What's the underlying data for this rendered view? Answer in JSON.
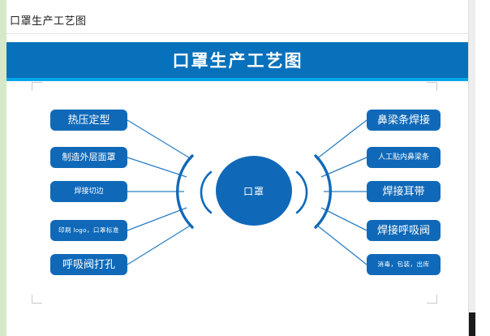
{
  "window": {
    "document_title": "口罩生产工艺图",
    "scrollbar": "vertical-scrollbar"
  },
  "banner": {
    "title": "口罩生产工艺图",
    "bg_color": "#0771bb",
    "underline_color": "#00a8e8",
    "text_color": "#ffffff"
  },
  "diagram": {
    "type": "radial-mindmap",
    "hub": {
      "label": "口罩",
      "color": "#1069b8",
      "shape": "circle"
    },
    "node_color": "#1069b8",
    "connector_color": "#2b7fc4",
    "left_nodes": [
      {
        "label": "热压定型",
        "size": "lg"
      },
      {
        "label": "制造外层面罩",
        "size": "md"
      },
      {
        "label": "焊接切边",
        "size": "sm"
      },
      {
        "label": "印刷 logo，口罩标准",
        "size": "xs"
      },
      {
        "label": "呼吸阀打孔",
        "size": "lg"
      }
    ],
    "right_nodes": [
      {
        "label": "鼻梁条焊接",
        "size": "lg"
      },
      {
        "label": "人工贴内鼻梁条",
        "size": "sm"
      },
      {
        "label": "焊接耳带",
        "size": "lg"
      },
      {
        "label": "焊接呼吸阀",
        "size": "lg"
      },
      {
        "label": "消毒，包装，出库",
        "size": "xs"
      }
    ]
  }
}
